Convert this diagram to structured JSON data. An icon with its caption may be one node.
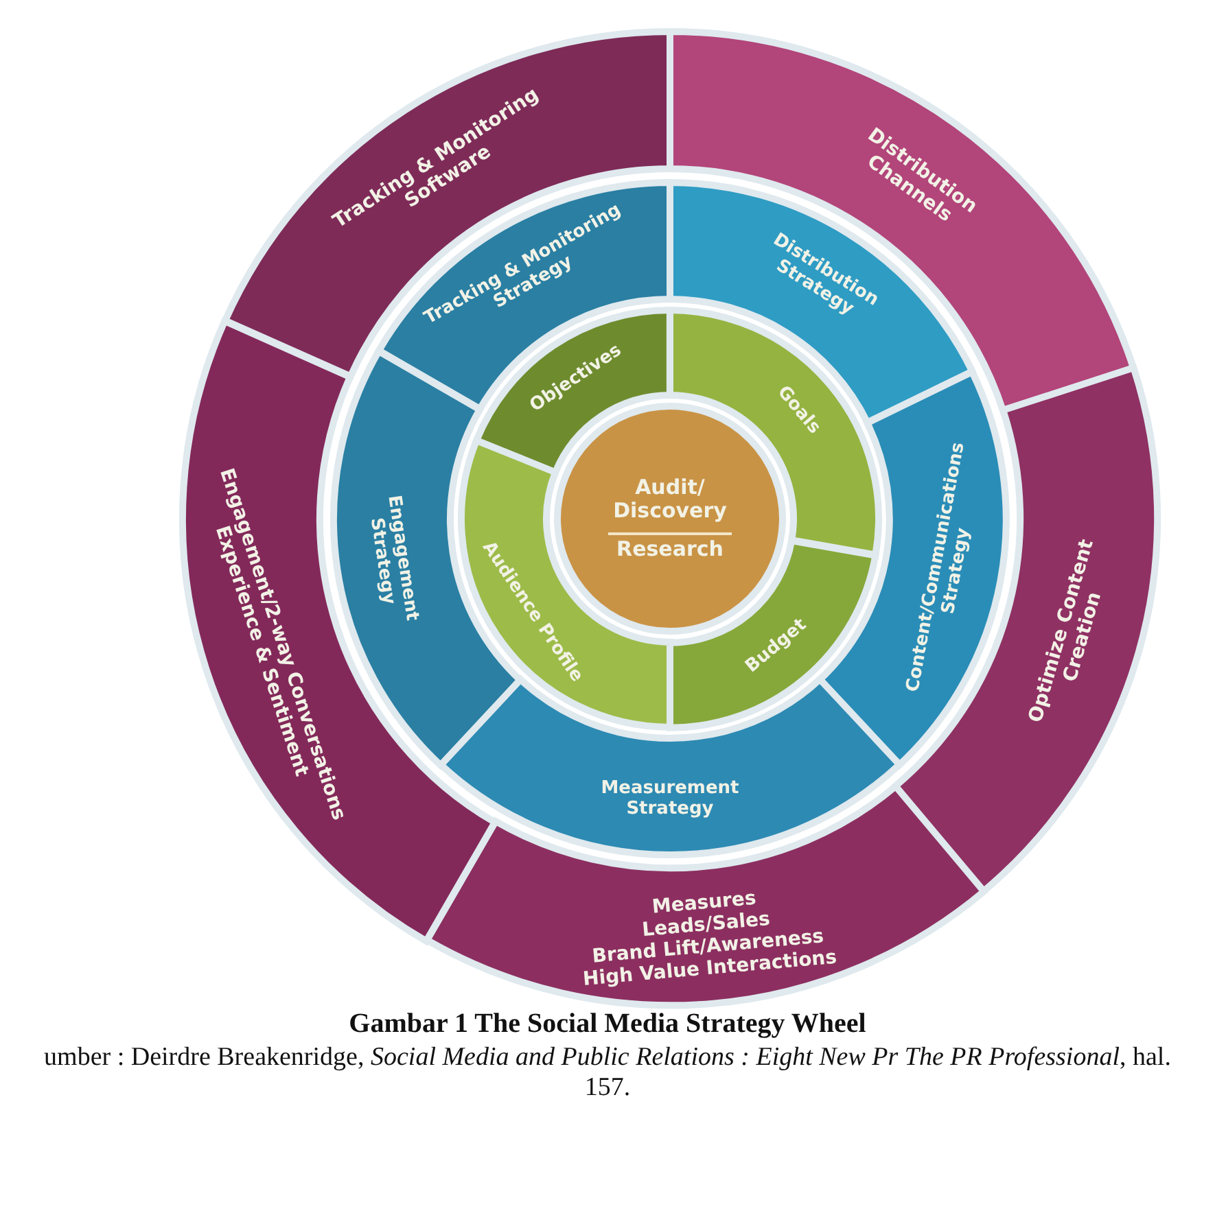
{
  "diagram": {
    "title": "Gambar 1 The Social Media Strategy Wheel",
    "caption": "umber :  Deirdre Breakenridge, *Social Media and Public Relations : Eight New Pr* *The PR Professional*, hal. 157.",
    "nodes": [
      {
        "text": [
          "Audit/ Discovery",
          "Research"
        ]
      },
      {
        "text": [
          "Objectives"
        ]
      },
      {
        "text": [
          "Goals"
        ]
      },
      {
        "text": [
          "Budget"
        ]
      },
      {
        "text": [
          "Audience Profile"
        ]
      },
      {
        "text": [
          "Tracking & Monitoring Strategy"
        ]
      },
      {
        "text": [
          "Distribution Strategy"
        ]
      },
      {
        "text": [
          "Content/Communications Strategy"
        ]
      },
      {
        "text": [
          "Measurement Strategy"
        ]
      },
      {
        "text": [
          "Engagement Strategy"
        ]
      },
      {
        "text": [
          "Tracking & Monitoring Software"
        ]
      },
      {
        "text": [
          "Distribution Channels"
        ]
      },
      {
        "text": [
          "Optimize Content Creation"
        ]
      },
      {
        "text": [
          "Measures",
          "Leads/Sales",
          "Brand Lift/Awareness",
          "High Value Interactions"
        ]
      },
      {
        "text": [
          "Engagement/2-way Conversations",
          "Experience & Sentiment"
        ]
      }
    ]
  }
}
